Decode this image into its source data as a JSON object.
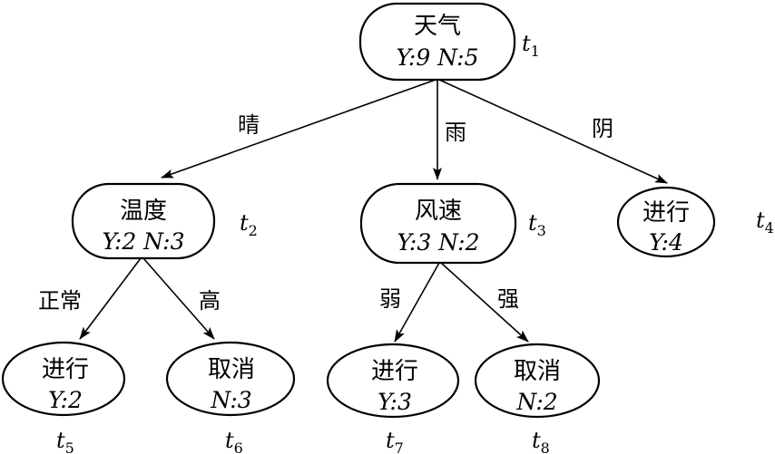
{
  "tree": {
    "nodes": [
      {
        "id": "t1",
        "title": "天气",
        "counts": "Y:9 N:5",
        "tag": "t",
        "tag_sub": "1"
      },
      {
        "id": "t2",
        "title": "温度",
        "counts": "Y:2 N:3",
        "tag": "t",
        "tag_sub": "2"
      },
      {
        "id": "t3",
        "title": "风速",
        "counts": "Y:3 N:2",
        "tag": "t",
        "tag_sub": "3"
      },
      {
        "id": "t4",
        "title": "进行",
        "counts": "Y:4",
        "tag": "t",
        "tag_sub": "4"
      },
      {
        "id": "t5",
        "title": "进行",
        "counts": "Y:2",
        "tag": "t",
        "tag_sub": "5"
      },
      {
        "id": "t6",
        "title": "取消",
        "counts": "N:3",
        "tag": "t",
        "tag_sub": "6"
      },
      {
        "id": "t7",
        "title": "进行",
        "counts": "Y:3",
        "tag": "t",
        "tag_sub": "7"
      },
      {
        "id": "t8",
        "title": "取消",
        "counts": "N:2",
        "tag": "t",
        "tag_sub": "8"
      }
    ],
    "edges": [
      {
        "from": "t1",
        "to": "t2",
        "label": "晴"
      },
      {
        "from": "t1",
        "to": "t3",
        "label": "雨"
      },
      {
        "from": "t1",
        "to": "t4",
        "label": "阴"
      },
      {
        "from": "t2",
        "to": "t5",
        "label": "正常"
      },
      {
        "from": "t2",
        "to": "t6",
        "label": "高"
      },
      {
        "from": "t3",
        "to": "t7",
        "label": "弱"
      },
      {
        "from": "t3",
        "to": "t8",
        "label": "强"
      }
    ]
  }
}
